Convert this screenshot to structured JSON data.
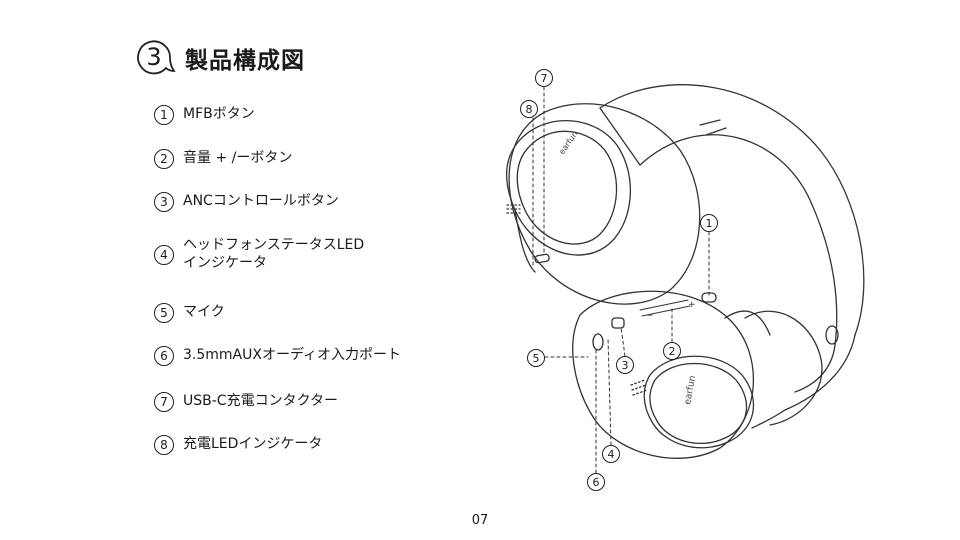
{
  "section": {
    "number": "3",
    "title": "製品構成図"
  },
  "parts": [
    {
      "num": "1",
      "lines": [
        "MFBボタン"
      ]
    },
    {
      "num": "2",
      "lines": [
        "音量 + /ーボタン"
      ]
    },
    {
      "num": "3",
      "lines": [
        "ANCコントロールボタン"
      ]
    },
    {
      "num": "4",
      "lines": [
        "ヘッドフォンステータスLED",
        "インジケータ"
      ]
    },
    {
      "num": "5",
      "lines": [
        "マイク"
      ]
    },
    {
      "num": "6",
      "lines": [
        "3.5mmAUXオーディオ入力ポート"
      ]
    },
    {
      "num": "7",
      "lines": [
        "USB-C充電コンタクター"
      ]
    },
    {
      "num": "8",
      "lines": [
        "充電LEDインジケータ"
      ]
    }
  ],
  "diagram": {
    "brand_mark": "earfun",
    "button_plus": "+",
    "button_minus": "−",
    "callouts": [
      "1",
      "2",
      "3",
      "4",
      "5",
      "6",
      "7",
      "8"
    ]
  },
  "page_number": "07"
}
